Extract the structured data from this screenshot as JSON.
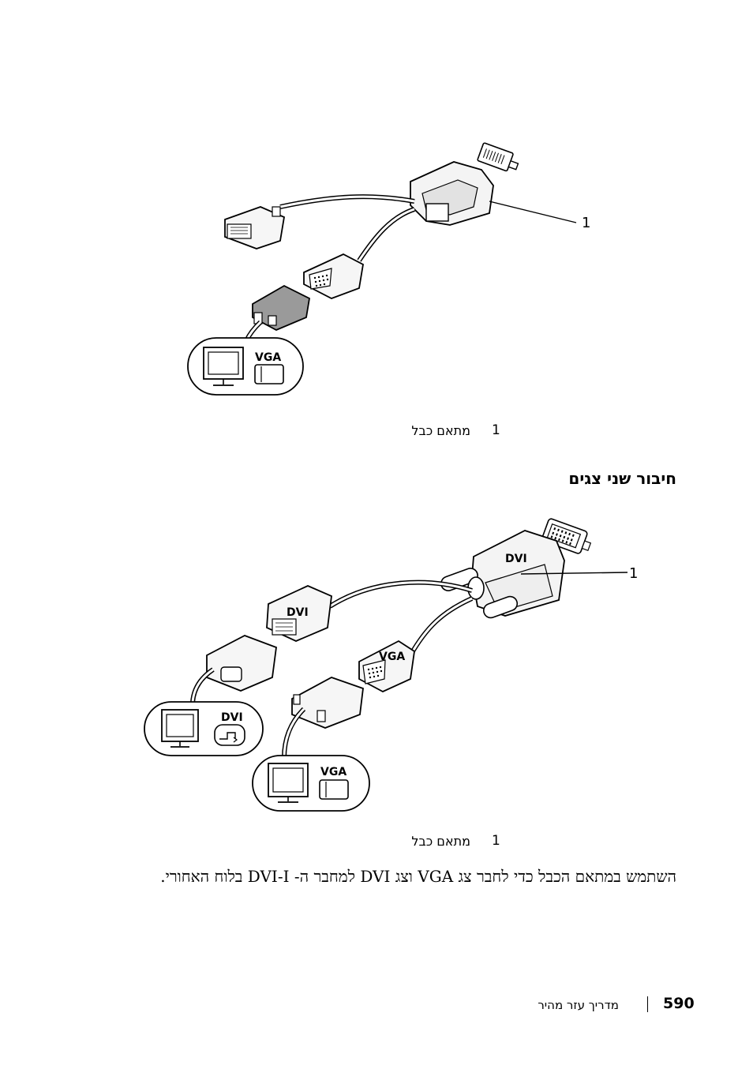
{
  "figure1": {
    "monitor_port_label": "VGA",
    "callout_number": "1",
    "legend": {
      "number": "1",
      "text": "מתאם כבל"
    }
  },
  "section_heading": "חיבור שני צגים",
  "figure2": {
    "splitter_label": "DVI",
    "dvi_branch_label": "DVI",
    "vga_branch_label": "VGA",
    "dvi_monitor_port_label": "DVI",
    "vga_monitor_port_label": "VGA",
    "callout_number": "1",
    "legend": {
      "number": "1",
      "text": "מתאם כבל"
    }
  },
  "body_text": "השתמש במתאם הכבל כדי לחבר צג VGA וצג DVI למחבר ה- DVI-I בלוח האחורי.",
  "footer": {
    "title": "מדריך עזר מהיר",
    "page_number": "590"
  }
}
